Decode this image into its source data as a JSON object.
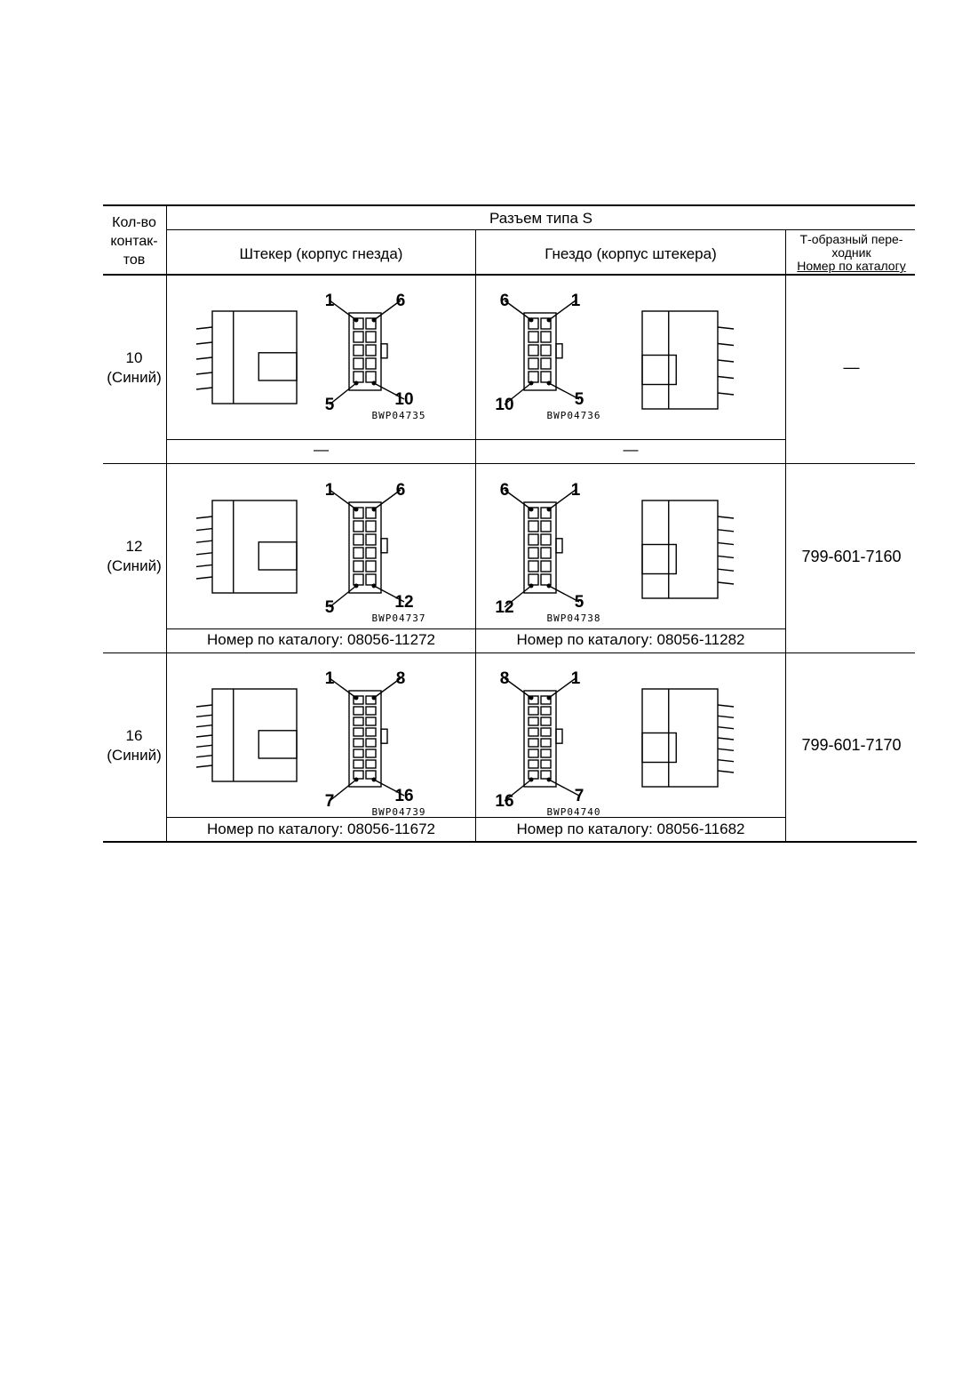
{
  "header": {
    "count_label": "Кол-во контак- тов",
    "count_l1": "Кол-во",
    "count_l2": "контак-",
    "count_l3": "тов",
    "connector_type": "Разъем типа S",
    "male": "Штекер (корпус гнезда)",
    "female": "Гнездо (корпус штекера)",
    "tadapter_l1": "Т-образный пере-",
    "tadapter_l2": "ходник",
    "tadapter_l3": "Номер по каталогу"
  },
  "rows": [
    {
      "pins": "10",
      "color": "(Синий)",
      "male_catalog": "—",
      "female_catalog": "—",
      "adapter": "—",
      "male_fig": {
        "code": "BWP04735",
        "pin_a": "1",
        "pin_b": "6",
        "pin_c": "5",
        "pin_d": "10"
      },
      "female_fig": {
        "code": "BWP04736",
        "pin_a": "6",
        "pin_b": "1",
        "pin_c": "10",
        "pin_d": "5"
      }
    },
    {
      "pins": "12",
      "color": "(Синий)",
      "male_catalog": "Номер по каталогу: 08056-11272",
      "female_catalog": "Номер по каталогу: 08056-11282",
      "adapter": "799-601-7160",
      "male_fig": {
        "code": "BWP04737",
        "pin_a": "1",
        "pin_b": "6",
        "pin_c": "5",
        "pin_d": "12"
      },
      "female_fig": {
        "code": "BWP04738",
        "pin_a": "6",
        "pin_b": "1",
        "pin_c": "12",
        "pin_d": "5"
      }
    },
    {
      "pins": "16",
      "color": "(Синий)",
      "male_catalog": "Номер по каталогу: 08056-11672",
      "female_catalog": "Номер по каталогу: 08056-11682",
      "adapter": "799-601-7170",
      "male_fig": {
        "code": "BWP04739",
        "pin_a": "1",
        "pin_b": "8",
        "pin_c": "7",
        "pin_d": "16"
      },
      "female_fig": {
        "code": "BWP04740",
        "pin_a": "8",
        "pin_b": "1",
        "pin_c": "16",
        "pin_d": "7"
      }
    }
  ]
}
